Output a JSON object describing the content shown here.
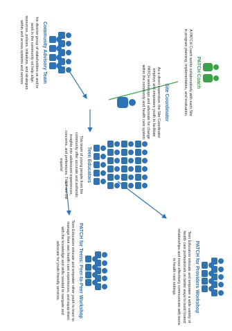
{
  "colors": {
    "blue": "#2e74b5",
    "green": "#3aa04a",
    "text": "#2b2b2b"
  },
  "nodes": {
    "community_advisory_team": {
      "icon": "group-of-people-icon",
      "title": "Community Advisory Team",
      "description": "his diverse group of stakeholders ve and/or work in the community nd help align resources, policies, initiatives, and strategies within and across systems and sectors."
    },
    "site_coordinator": {
      "icon": "person-icon",
      "title": "Site Coordinator",
      "description": "As a direct supervisor, the Site Coordinator employs and empowers youth to facilitate PATCH workshops and advocate for change within the community and health care system."
    },
    "teen_educators": {
      "icon": "group-of-people-icon",
      "title": "Teen Educators",
      "description": "This team of young people from the community offer accurate and authentic insights into adolescent experiences, concerns, and preferences. THEY are the experts!"
    },
    "patch_for_providers": {
      "icon": "group-of-people-icon",
      "title": "PATCH for Providers Workshop",
      "description": "Teen Educators educate and empower a wide variety of health care professionals on better ways to build trusted relationships and more effectively communicate with teens in health care settings."
    },
    "patch_for_teens": {
      "icon": "group-of-people-icon",
      "title": "PATCH for Teens: Peer-to-Peer Workshop",
      "description": "Teen Educators educate and empower other youth to learn to manage their own health care experiences, and equip them with the knowledge and skills needed to navigate and advocate for youth-friendly services."
    },
    "patch_coach": {
      "icon": "two-people-icon",
      "title": "PATCH Coach",
      "description": "A PATCH Coach works collaboratively with each Site in program planning, implementation, and evaluation."
    }
  }
}
